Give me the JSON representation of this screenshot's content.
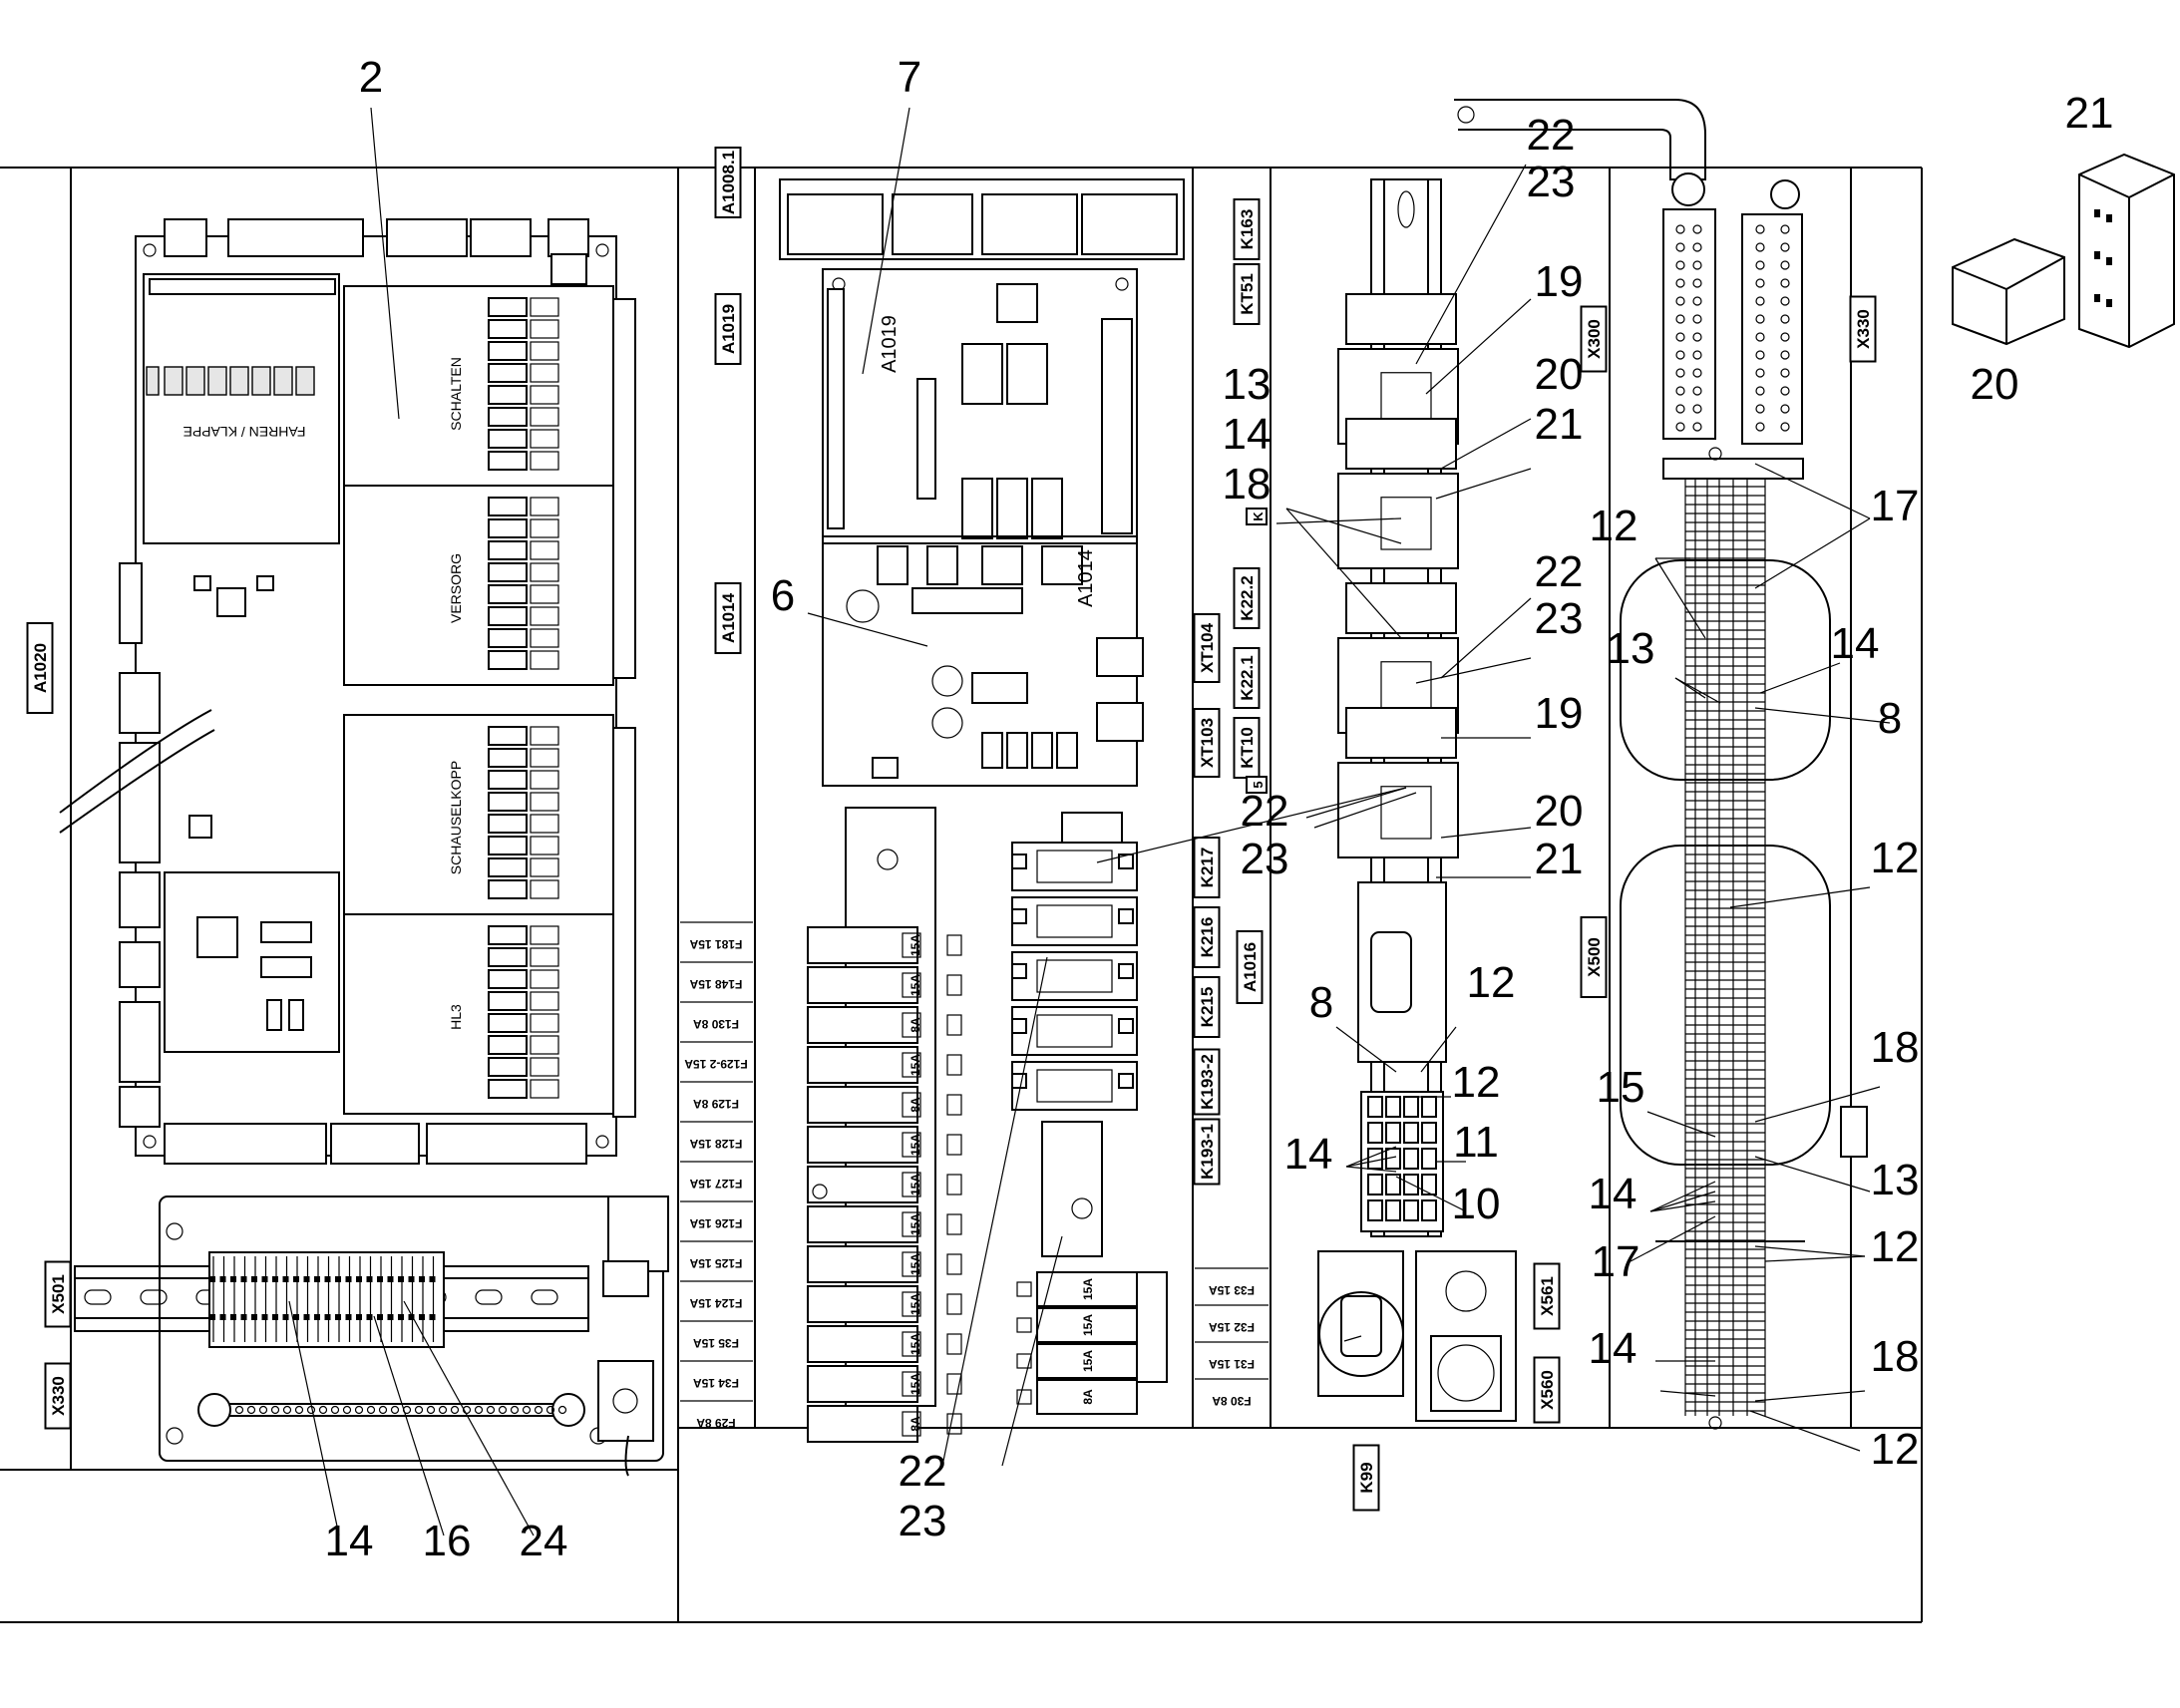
{
  "callouts": [
    {
      "id": "c2",
      "text": "2"
    },
    {
      "id": "c7",
      "text": "7"
    },
    {
      "id": "c21a",
      "text": "21"
    },
    {
      "id": "c20a",
      "text": "20"
    },
    {
      "id": "c22a",
      "text": "22"
    },
    {
      "id": "c23a",
      "text": "23"
    },
    {
      "id": "c19a",
      "text": "19"
    },
    {
      "id": "c20b",
      "text": "20"
    },
    {
      "id": "c21b",
      "text": "21"
    },
    {
      "id": "c13a",
      "text": "13"
    },
    {
      "id": "c14a",
      "text": "14"
    },
    {
      "id": "c18a",
      "text": "18"
    },
    {
      "id": "c22b",
      "text": "22"
    },
    {
      "id": "c23b",
      "text": "23"
    },
    {
      "id": "c19b",
      "text": "19"
    },
    {
      "id": "c22c",
      "text": "22"
    },
    {
      "id": "c23c",
      "text": "23"
    },
    {
      "id": "c20c",
      "text": "20"
    },
    {
      "id": "c21c",
      "text": "21"
    },
    {
      "id": "c6",
      "text": "6"
    },
    {
      "id": "c17a",
      "text": "17"
    },
    {
      "id": "c12a",
      "text": "12"
    },
    {
      "id": "c13b",
      "text": "13"
    },
    {
      "id": "c14b",
      "text": "14"
    },
    {
      "id": "c8a",
      "text": "8"
    },
    {
      "id": "c12b",
      "text": "12"
    },
    {
      "id": "c8b",
      "text": "8"
    },
    {
      "id": "c12c",
      "text": "12"
    },
    {
      "id": "c12d",
      "text": "12"
    },
    {
      "id": "c18b",
      "text": "18"
    },
    {
      "id": "c15",
      "text": "15"
    },
    {
      "id": "c13c",
      "text": "13"
    },
    {
      "id": "c14c",
      "text": "14"
    },
    {
      "id": "c11",
      "text": "11"
    },
    {
      "id": "c10",
      "text": "10"
    },
    {
      "id": "c14d",
      "text": "14"
    },
    {
      "id": "c12e",
      "text": "12"
    },
    {
      "id": "c17b",
      "text": "17"
    },
    {
      "id": "c14e",
      "text": "14"
    },
    {
      "id": "c18c",
      "text": "18"
    },
    {
      "id": "c12f",
      "text": "12"
    },
    {
      "id": "c22d",
      "text": "22"
    },
    {
      "id": "c23d",
      "text": "23"
    },
    {
      "id": "c14f",
      "text": "14"
    },
    {
      "id": "c16",
      "text": "16"
    },
    {
      "id": "c24",
      "text": "24"
    }
  ],
  "tags": {
    "a1020": "A1020",
    "a1008": "A1008.1",
    "a1019": "A1019",
    "a1014": "A1014",
    "a1016": "A1016",
    "k163": "K163",
    "kt51": "KT51",
    "k222": "K22.2",
    "xt104": "XT104",
    "k221": "K22.1",
    "xt103": "XT103",
    "kt10": "KT10",
    "k217": "K217",
    "k216": "K216",
    "k215": "K215",
    "k1932": "K193-2",
    "k1931": "K193-1",
    "x300": "X300",
    "x330a": "X330",
    "x500": "X500",
    "x501": "X501",
    "x330b": "X330",
    "x561": "X561",
    "x560": "X560",
    "k99": "K99",
    "tag5": "5",
    "tagk": "K"
  },
  "board_text": {
    "a1019": "A1019",
    "a1014": "A1014",
    "m1": "SCHALTEN",
    "m2": "VERSORG",
    "m3": "SCHAUSELKOPP",
    "m4": "HL3",
    "left": "FAHREN / KLAPPE"
  },
  "fuses_left": [
    {
      "name": "F181",
      "rating": "15A"
    },
    {
      "name": "F148",
      "rating": "15A"
    },
    {
      "name": "F130",
      "rating": "8A"
    },
    {
      "name": "F129-2",
      "rating": "15A"
    },
    {
      "name": "F129",
      "rating": "8A"
    },
    {
      "name": "F128",
      "rating": "15A"
    },
    {
      "name": "F127",
      "rating": "15A"
    },
    {
      "name": "F126",
      "rating": "15A"
    },
    {
      "name": "F125",
      "rating": "15A"
    },
    {
      "name": "F124",
      "rating": "15A"
    },
    {
      "name": "F35",
      "rating": "15A"
    },
    {
      "name": "F34",
      "rating": "15A"
    },
    {
      "name": "F29",
      "rating": "8A"
    }
  ],
  "fuses_right": [
    {
      "name": "F33",
      "rating": "15A"
    },
    {
      "name": "F32",
      "rating": "15A"
    },
    {
      "name": "F31",
      "rating": "15A"
    },
    {
      "name": "F30",
      "rating": "8A"
    }
  ],
  "fuse_blocks": [
    "15A",
    "15A",
    "8A",
    "15A",
    "8A",
    "15A",
    "15A",
    "15A",
    "15A",
    "15A",
    "15A",
    "15A",
    "8A"
  ],
  "small_fuse_blocks": [
    "15A",
    "15A",
    "15A",
    "8A"
  ],
  "colors": {
    "line": "#000000",
    "background": "#ffffff"
  }
}
